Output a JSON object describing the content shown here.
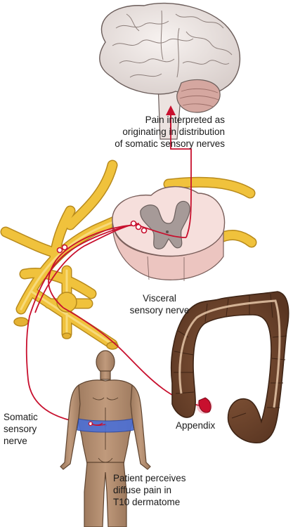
{
  "labels": {
    "pain_interpreted": [
      "Pain interpreted as",
      "originating in distribution",
      "of somatic sensory nerves"
    ],
    "visceral_nerve": [
      "Visceral",
      "sensory nerve"
    ],
    "somatic_nerve": [
      "Somatic",
      "sensory",
      "nerve"
    ],
    "appendix": [
      "Appendix"
    ],
    "patient_perceives": [
      "Patient perceives",
      "diffuse pain in",
      "T10 dermatome"
    ]
  },
  "colors": {
    "nerve": "#f0c23c",
    "pathway": "#c8102e",
    "brain": "#ece5e2",
    "cerebellum": "#d5a7a0",
    "colon": "#6e4730",
    "skin": "#b08a6d",
    "spinal_white": "#f6dfdc",
    "spinal_gray": "#a69a98"
  }
}
